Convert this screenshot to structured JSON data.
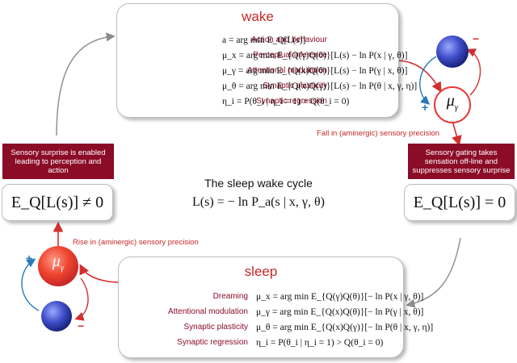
{
  "wake": {
    "title": "wake",
    "rows": [
      {
        "label": "Action and behaviour",
        "equation": "a = arg min E_Q[L(s)]"
      },
      {
        "label": "Perceptual inference",
        "equation": "μ_x = arg min E_{Q(γ)Q(θ)}[L(s) − ln P(x | γ, θ)]"
      },
      {
        "label": "Attentional modulation",
        "equation": "μ_γ = arg min E_{Q(x)Q(θ)}[L(s) − ln P(γ | x, θ)]"
      },
      {
        "label": "Synaptic plasticity",
        "equation": "μ_θ = arg min E_{Q(x)Q(γ)}[L(s) − ln P(θ | x, γ, η)]"
      },
      {
        "label": "Synaptic regression",
        "equation": "η_i = P(θ_i | η_i = 1) > Q(θ_i = 0)"
      }
    ]
  },
  "sleep": {
    "title": "sleep",
    "rows": [
      {
        "label": "Dreaming",
        "equation": "μ_x = arg min E_{Q(γ)Q(θ)}[− ln P(x | γ, θ)]"
      },
      {
        "label": "Attentional modulation",
        "equation": "μ_γ = arg min E_{Q(x)Q(θ)}[− ln P(γ | x, θ)]"
      },
      {
        "label": "Synaptic plasticity",
        "equation": "μ_θ = arg min E_{Q(x)Q(γ)}[− ln P(θ | x, γ, η)]"
      },
      {
        "label": "Synaptic regression",
        "equation": "η_i = P(θ_i | η_i = 1) > Q(θ_i = 0)"
      }
    ]
  },
  "center": {
    "title": "The sleep wake cycle",
    "equation": "L(s) = − ln P_a(s | x, γ, θ)"
  },
  "left_box": {
    "text": "Sensory surprise is enabled leading to perception and action",
    "expression": "E_Q[L(s)] ≠ 0"
  },
  "right_box": {
    "text": "Sensory gating takes sensation off-line and suppresses sensory surprise",
    "expression": "E_Q[L(s)] = 0"
  },
  "captions": {
    "fall": "Fall in (aminergic) sensory precision",
    "rise": "Rise in (aminergic) sensory precision"
  },
  "nodes": {
    "mu_gamma": "μ",
    "mu_gamma_sub": "γ",
    "plus": "+",
    "minus": "−"
  },
  "colors": {
    "maroon": "#8b0c27",
    "red": "#c62828",
    "blue_arrow": "#2a7ab8",
    "gray_arrow": "#8c8c8c"
  }
}
